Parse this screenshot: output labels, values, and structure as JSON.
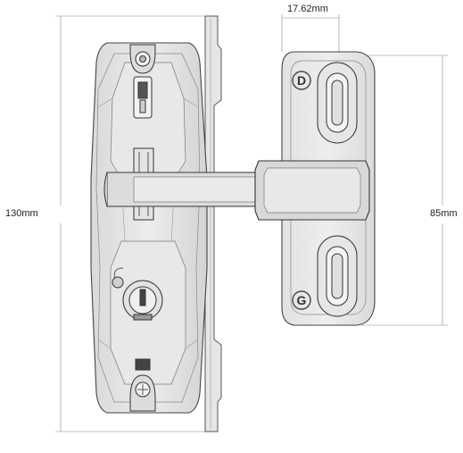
{
  "dimensions": {
    "width_label": "17.62mm",
    "overall_height_label": "130mm",
    "catch_height_label": "85mm"
  },
  "logos": {
    "top": "D",
    "bottom": "G"
  }
}
